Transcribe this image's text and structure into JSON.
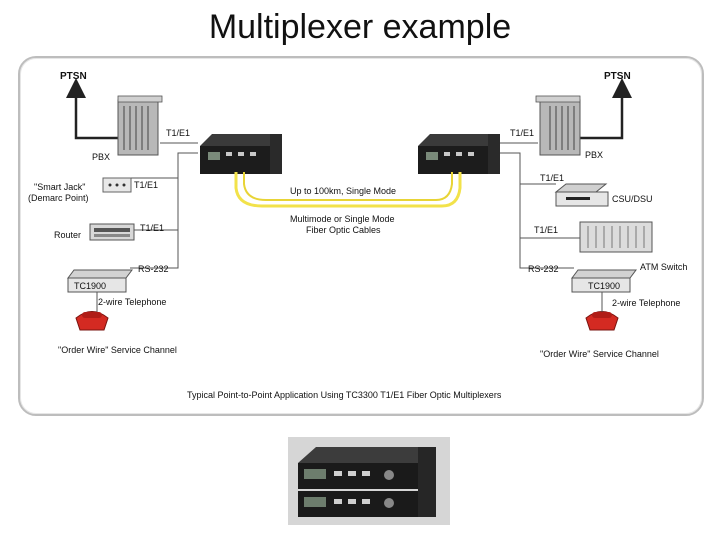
{
  "slide": {
    "title": "Multiplexer example"
  },
  "diagram": {
    "left": {
      "ptsn": "PTSN",
      "pbx": "PBX",
      "t1e1_pbx": "T1/E1",
      "smart_jack": "\"Smart Jack\"",
      "demarc": "(Demarc Point)",
      "t1e1_jack": "T1/E1",
      "router": "Router",
      "t1e1_router": "T1/E1",
      "rs232": "RS-232",
      "tc1900": "TC1900",
      "two_wire": "2-wire Telephone",
      "order_wire": "\"Order Wire\" Service Channel"
    },
    "right": {
      "ptsn": "PTSN",
      "pbx": "PBX",
      "t1e1_pbx": "T1/E1",
      "t1e1_csu": "T1/E1",
      "csu_dsu": "CSU/DSU",
      "t1e1_atm": "T1/E1",
      "atm_switch": "ATM Switch",
      "rs232": "RS-232",
      "tc1900": "TC1900",
      "two_wire": "2-wire Telephone",
      "order_wire": "\"Order Wire\" Service Channel"
    },
    "center": {
      "distance": "Up to 100km, Single Mode",
      "fiber_line1": "Multimode or Single Mode",
      "fiber_line2": "Fiber Optic Cables"
    },
    "caption": "Typical Point-to-Point Application Using TC3300 T1/E1 Fiber Optic Multiplexers"
  },
  "colors": {
    "fiber": "#f2e24a",
    "phone": "#d42a22",
    "frame": "#bdbdbd",
    "line": "#555555"
  }
}
